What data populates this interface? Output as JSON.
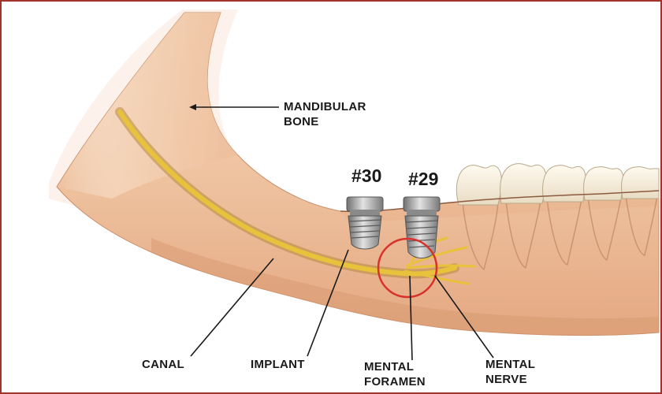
{
  "labels": {
    "mandibular_bone": [
      "MANDIBULAR",
      "BONE"
    ],
    "canal": "CANAL",
    "implant": "IMPLANT",
    "mental_foramen": [
      "MENTAL",
      "FORAMEN"
    ],
    "mental_nerve": [
      "MENTAL",
      "NERVE"
    ]
  },
  "implant_numbers": [
    "#30",
    "#29"
  ],
  "colors": {
    "border": "#a0342c",
    "bone": "#f1c9a6",
    "bone_shadow": "#d99a73",
    "nerve": "#e8c23a",
    "highlight_ring": "#d8322a",
    "leader_lines": "#1a1a1a",
    "implant_metal": "#9a9a9a"
  }
}
